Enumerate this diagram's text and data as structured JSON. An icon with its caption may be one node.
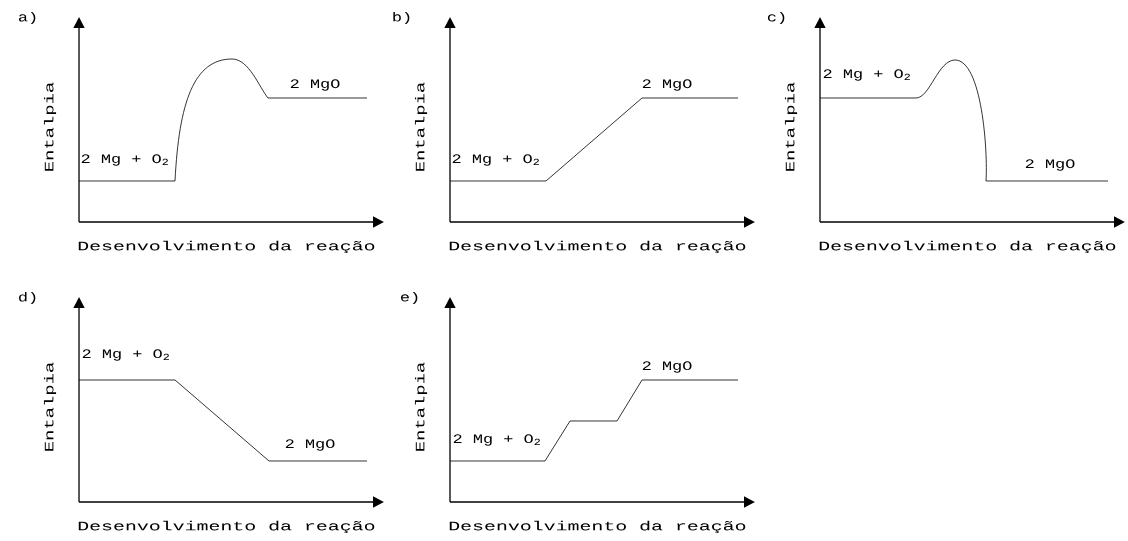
{
  "diagram": {
    "labels": [
      "a)",
      "Entalpia",
      "2 Mg + O$_{2}$",
      "2 MgO",
      "Desenvolvimento da reação",
      "b)",
      "Entalpia",
      "2 Mg + O$_{2}$",
      "2 MgO",
      "Desenvolvimento da reação",
      "c)",
      "Entalpia",
      "2 Mg + O$_{2}$",
      "2 MgO",
      "Desenvolvimento da reação",
      "d)",
      "Entalpia",
      "2 Mg + O$_{2}$",
      "2 MgO",
      "Desenvolvimento da reação",
      "e)",
      "Entalpia",
      "2 Mg + O$_{2}$",
      "2 MgO",
      "Desenvolvimento da reação"
    ]
  }
}
